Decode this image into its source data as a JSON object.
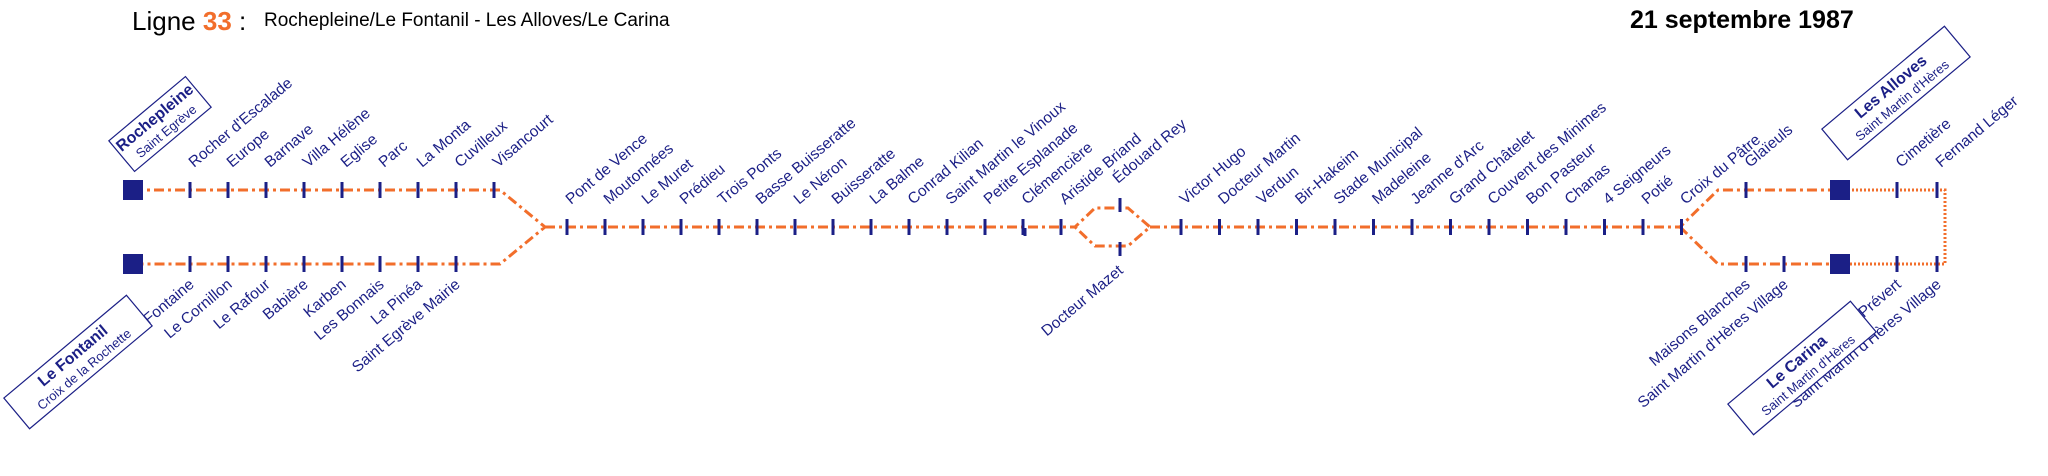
{
  "header": {
    "ligne_prefix": "Ligne",
    "ligne_number": "33",
    "ligne_suffix": " :",
    "route": "Rochepleine/Le Fontanil - Les Alloves/Le Carina",
    "date": "21 septembre 1987"
  },
  "colors": {
    "line": "#f26e2b",
    "stop": "#1b1f86",
    "text": "#1b1f86"
  },
  "terminals": {
    "top_left": {
      "name": "Rochepleine",
      "sub": "Saint Egrève"
    },
    "bottom_left": {
      "name": "Le Fontanil",
      "sub": "Croix de la Rochette"
    },
    "top_right": {
      "name": "Les Alloves",
      "sub": "Saint Martin d'Hères"
    },
    "bottom_right": {
      "name": "Le Carina",
      "sub": "Saint Martin d'Hères"
    }
  },
  "stops": {
    "top_left_branch": [
      "Rocher d'Escalade",
      "Europe",
      "Barnave",
      "Villa Hélène",
      "Eglise",
      "Parc",
      "La Monta",
      "Cuvilleux",
      "Visancourt"
    ],
    "bottom_left_branch": [
      "Place de la Fontaine",
      "Le Cornillon",
      "Le Rafour",
      "Babière",
      "Karben",
      "Les Bonnais",
      "La Pinéa",
      "Saint Egrève Mairie"
    ],
    "trunk_west": [
      "Pont de Vence",
      "Moutonnées",
      "Le Muret",
      "Prédieu",
      "Trois Ponts",
      "Basse Buisseratte",
      "Le Néron",
      "Buisseratte",
      "La Balme",
      "Conrad Kilian",
      "Saint Martin le Vinoux",
      "Petite Esplanade",
      "Clémencière",
      "Aristide Briand"
    ],
    "loop_top": "Édouard Rey",
    "loop_bottom": "Docteur Mazet",
    "trunk_east": [
      "Victor Hugo",
      "Docteur Martin",
      "Verdun",
      "Bir-Hakeim",
      "Stade Municipal",
      "Madeleine",
      "Jeanne d'Arc",
      "Grand Châtelet",
      "Couvent des Minimes",
      "Bon Pasteur",
      "Chanas",
      "4 Seigneurs",
      "Potié",
      "Croix du Pâtre"
    ],
    "top_right_branch": [
      "Glaïeuls"
    ],
    "bottom_right_branch": [
      "Maisons Blanches",
      "Saint Martin d'Hères Village"
    ],
    "right_extension_top": [
      "Cimetière",
      "Fernand Léger"
    ],
    "right_extension_bottom": [
      "Jacques Prévert",
      "Saint Martin d'Hères Village"
    ]
  }
}
